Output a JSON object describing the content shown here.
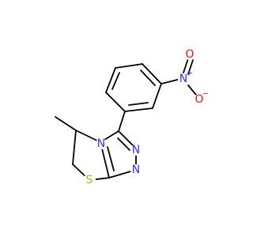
{
  "colors": {
    "carbon_bond": "#000000",
    "N": "#3333ff",
    "O": "#ff0d0d",
    "S": "#b2b200"
  },
  "atoms": {
    "S": "S",
    "N_ring_bridge": "N",
    "N_ring_a": "N",
    "N_ring_b": "N",
    "N_nitro": "N",
    "O_nitro_a": "O",
    "O_nitro_b": "O",
    "N_nitro_charge": "+",
    "O_nitro_charge": "−"
  }
}
